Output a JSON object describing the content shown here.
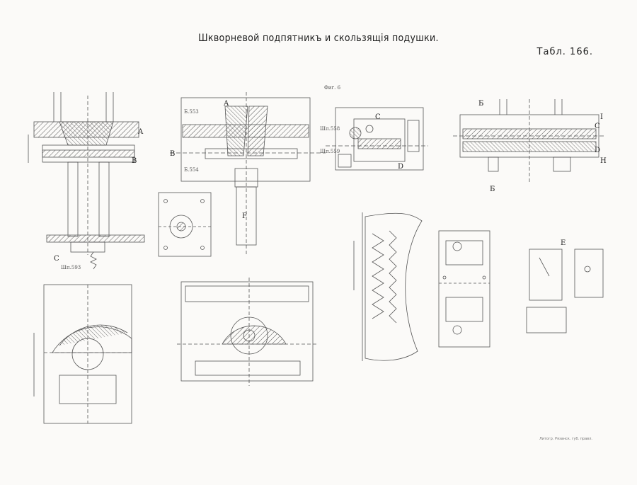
{
  "title": "Шкворневой подпятникъ и скользящія подушки.",
  "plate": "Табл. 166.",
  "labels": {
    "A1": "A",
    "B1": "B",
    "C1": "C",
    "Sh1": "Шп.593",
    "A2": "A",
    "B2": "B",
    "F": "F",
    "B553": "Б.553",
    "B554": "Б.554",
    "C3": "C",
    "D3": "D",
    "Sh3a": "Шп.558",
    "Sh3b": "Шп.559",
    "B5": "Б",
    "I5": "I",
    "C5": "C",
    "D5": "D",
    "H5": "H",
    "B5b": "Б",
    "E": "E",
    "fig": "Фиг. 6"
  },
  "footer": "Литогр. Рязанск. губ. правл."
}
